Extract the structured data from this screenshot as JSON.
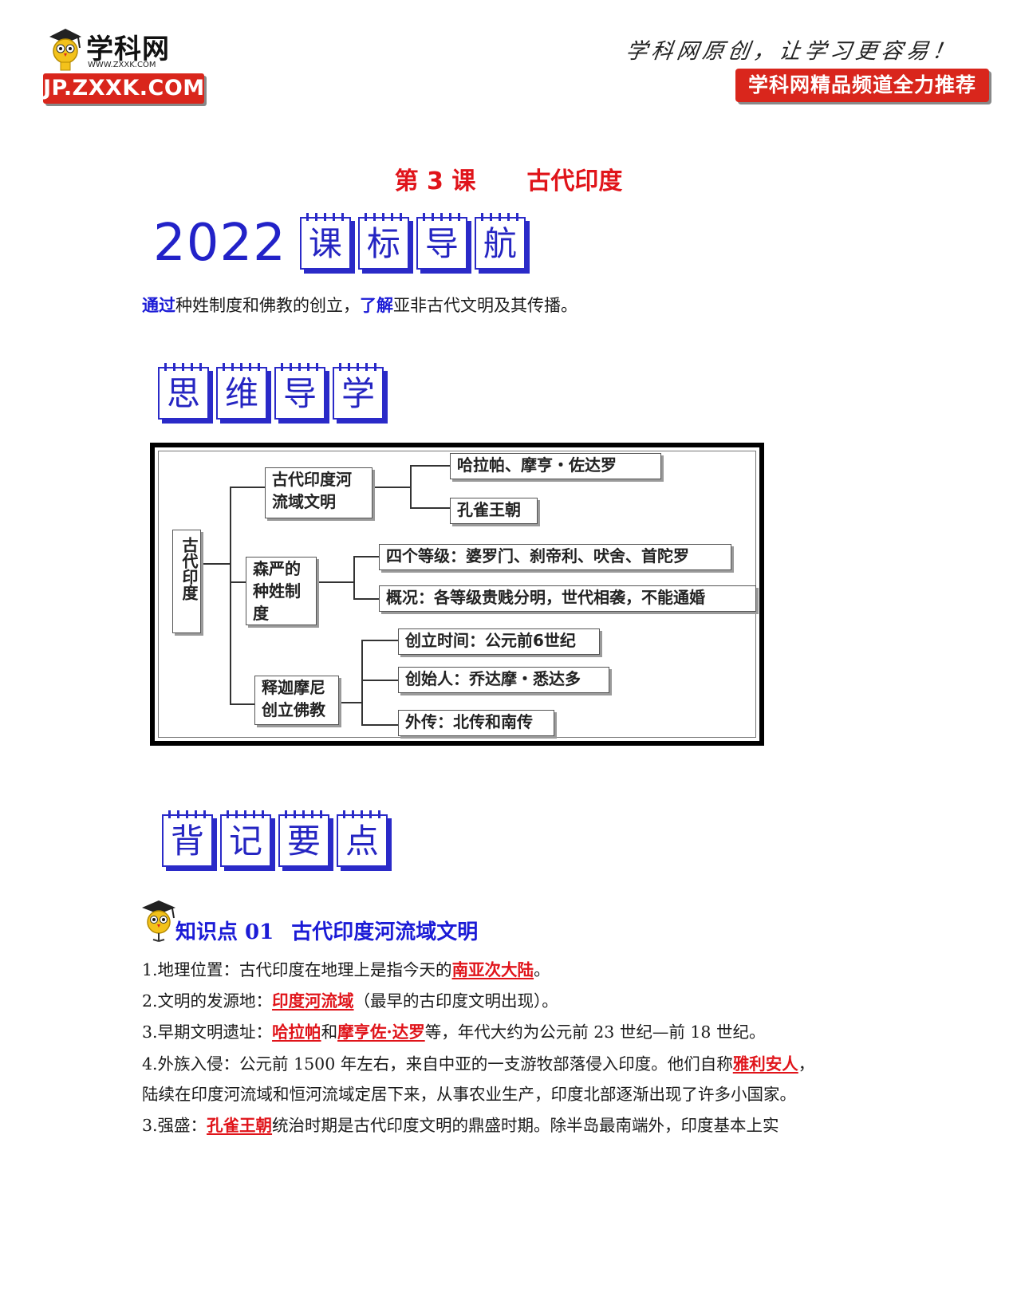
{
  "header": {
    "logo_cn": "学科网",
    "logo_url": "WWW.ZXXK.COM",
    "logo_band": "JP.ZXXK.COM",
    "slogan": "学科网原创，让学习更容易！",
    "recommend": "学科网精品频道全力推荐"
  },
  "title": {
    "lesson": "第 3 课",
    "topic": "古代印度"
  },
  "section1": {
    "year": "2022",
    "badges": [
      "课",
      "标",
      "导",
      "航"
    ],
    "kw1": "通过",
    "text1": "种姓制度和佛教的创立，",
    "kw2": "了解",
    "text2": "亚非古代文明及其传播。"
  },
  "section2": {
    "badges": [
      "思",
      "维",
      "导",
      "学"
    ]
  },
  "mindmap": {
    "root": "古代印度",
    "branches": [
      {
        "label": "古代印度河流域文明",
        "leaves": [
          "哈拉帕、摩亨・佐达罗",
          "孔雀王朝"
        ]
      },
      {
        "label": "森严的种姓制度",
        "leaves": [
          "四个等级：婆罗门、刹帝利、吠舍、首陀罗",
          "概况：各等级贵贱分明，世代相袭，不能通婚"
        ]
      },
      {
        "label": "释迦摩尼创立佛教",
        "leaves": [
          "创立时间：公元前6世纪",
          "创始人：乔达摩・悉达多",
          "外传：北传和南传"
        ]
      }
    ]
  },
  "section3": {
    "badges": [
      "背",
      "记",
      "要",
      "点"
    ]
  },
  "knowledge": {
    "title_no": "知识点 01",
    "title_text": "古代印度河流域文明",
    "p1": {
      "a": "1.地理位置：古代印度在地理上是指今天的",
      "k": "南亚次大陆",
      "b": "。"
    },
    "p2": {
      "a": "2.文明的发源地：",
      "k": "印度河流域",
      "b": "（最早的古印度文明出现）。"
    },
    "p3": {
      "a": "3.早期文明遗址：",
      "k1": "哈拉帕",
      "m": "和",
      "k2": "摩亨佐·达罗",
      "b": "等，年代大约为公元前 23 世纪—前 18 世纪。"
    },
    "p4": {
      "a": "4.外族入侵：公元前 1500 年左右，来自中亚的一支游牧部落侵入印度。他们自称",
      "k": "雅利安人",
      "b": "，",
      "c": "陆续在印度河流域和恒河流域定居下来，从事农业生产，印度北部逐渐出现了许多小国家。"
    },
    "p5": {
      "a": "3.强盛：",
      "k": "孔雀王朝",
      "b": "统治时期是古代印度文明的鼎盛时期。除半岛最南端外，印度基本上实"
    }
  }
}
